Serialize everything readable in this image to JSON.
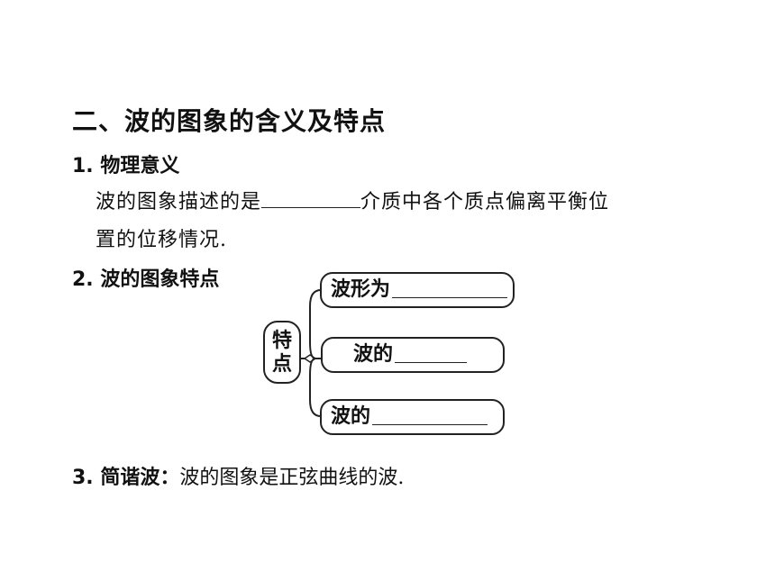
{
  "heading": "二、波的图象的含义及特点",
  "section1": {
    "title": "1. 物理意义",
    "line1_before": "波的图象描述的是",
    "line1_after": "介质中各个质点偏离平衡位",
    "line2": "置的位移情况."
  },
  "section2": {
    "title": "2. 波的图象特点",
    "root_line1": "特",
    "root_line2": "点",
    "branches": [
      {
        "label": "波形为"
      },
      {
        "label": "波的"
      },
      {
        "label": "波的"
      }
    ]
  },
  "section3": {
    "title": "3. 简谐波：",
    "text": "波的图象是正弦曲线的波."
  }
}
